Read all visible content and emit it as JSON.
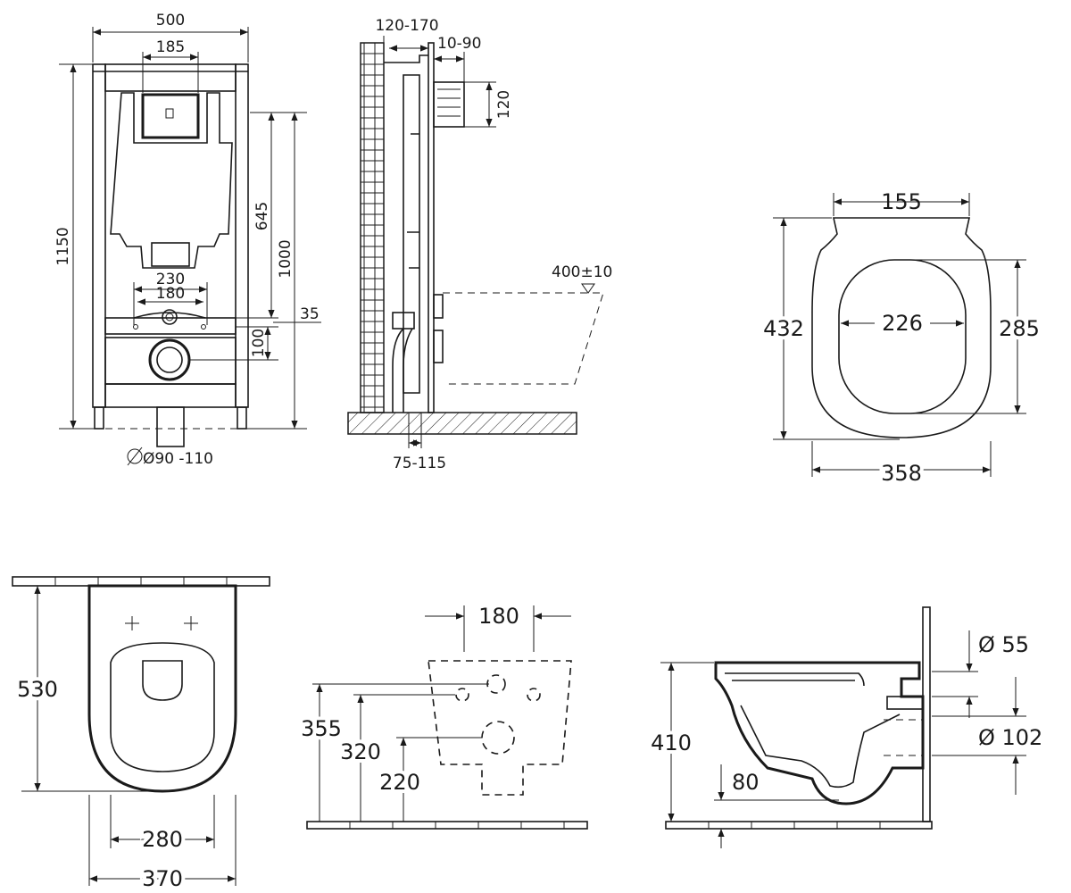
{
  "frame": {
    "width": "500",
    "plate_width": "185",
    "height": "1150",
    "height_to_top": "1000",
    "height_to_button": "645",
    "bolt_spacing_outer": "230",
    "bolt_spacing_inner": "180",
    "inlet_offset": "35",
    "bolt_to_drain": "100",
    "drain_diameter": "Ø90 -110"
  },
  "side": {
    "wall_depth": "120-170",
    "adjust": "10-90",
    "cistern_height": "120",
    "seat_level": "400±10",
    "pipe_offset": "75-115"
  },
  "seat": {
    "hinge_width": "155",
    "length": "432",
    "inner_width": "226",
    "inner_length": "285",
    "width": "358"
  },
  "bowl_top": {
    "length": "530",
    "inner_width": "280",
    "width": "370"
  },
  "mounting": {
    "bolt_spacing": "180",
    "h1": "355",
    "h2": "320",
    "h3": "220"
  },
  "bowl_side": {
    "height": "410",
    "outlet_offset": "80",
    "inlet_dia": "Ø 55",
    "outlet_dia": "Ø 102"
  }
}
